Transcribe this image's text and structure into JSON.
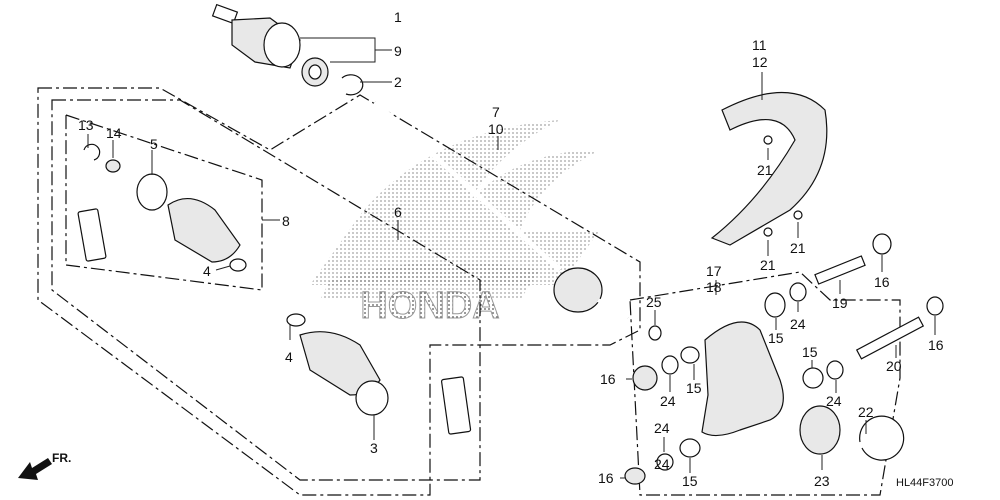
{
  "watermark": "HONDA",
  "diagram_code": "HL44F3700",
  "direction_label": "FR.",
  "callouts": {
    "c1": "1",
    "c9": "9",
    "c2": "2",
    "c3": "3",
    "c4a": "4",
    "c4b": "4",
    "c5": "5",
    "c6": "6",
    "c7": "7",
    "c10": "10",
    "c8": "8",
    "c11": "11",
    "c12": "12",
    "c13": "13",
    "c14": "14",
    "c15a": "15",
    "c15b": "15",
    "c15c": "15",
    "c15d": "15",
    "c16a": "16",
    "c16b": "16",
    "c16c": "16",
    "c16d": "16",
    "c17": "17",
    "c18": "18",
    "c19": "19",
    "c20": "20",
    "c21a": "21",
    "c21b": "21",
    "c21c": "21",
    "c22": "22",
    "c23": "23",
    "c24a": "24",
    "c24b": "24",
    "c24c": "24",
    "c24d": "24",
    "c24e": "24",
    "c25": "25"
  },
  "icons": {
    "direction": "arrow-down-left-icon",
    "label_tag": "label-tag-icon"
  }
}
